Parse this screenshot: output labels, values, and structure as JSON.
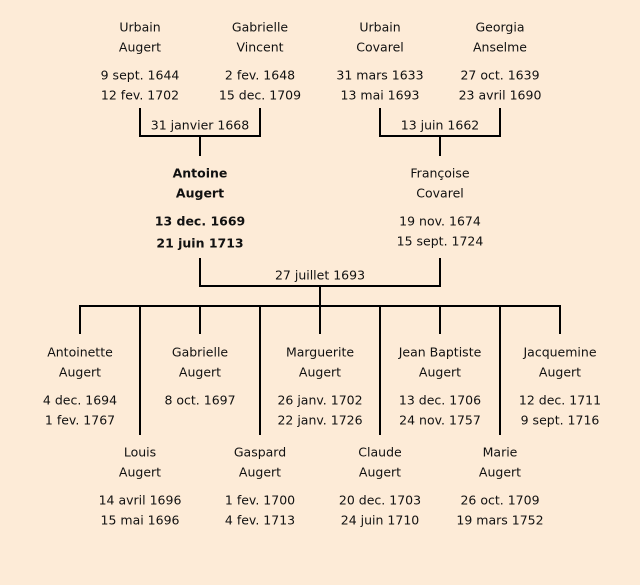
{
  "grandparents": [
    {
      "first": "Urbain",
      "last": "Augert",
      "birth": "9 sept. 1644",
      "death": "12 fev. 1702"
    },
    {
      "first": "Gabrielle",
      "last": "Vincent",
      "birth": "2 fev. 1648",
      "death": "15 dec. 1709"
    },
    {
      "first": "Urbain",
      "last": "Covarel",
      "birth": "31 mars 1633",
      "death": "13 mai 1693"
    },
    {
      "first": "Georgia",
      "last": "Anselme",
      "birth": "27 oct. 1639",
      "death": "23 avril 1690"
    }
  ],
  "grandparent_marriages": [
    "31 janvier 1668",
    "13 juin 1662"
  ],
  "parents": [
    {
      "first": "Antoine",
      "last": "Augert",
      "birth": "13 dec. 1669",
      "death": "21 juin 1713"
    },
    {
      "first": "Françoise",
      "last": "Covarel",
      "birth": "19 nov. 1674",
      "death": "15 sept. 1724"
    }
  ],
  "parent_marriage": "27 juillet 1693",
  "children": [
    {
      "first": "Antoinette",
      "last": "Augert",
      "birth": "4 dec. 1694",
      "death": "1 fev. 1767"
    },
    {
      "first": "Louis",
      "last": "Augert",
      "birth": "14 avril 1696",
      "death": "15 mai 1696"
    },
    {
      "first": "Gabrielle",
      "last": "Augert",
      "birth": "8 oct. 1697",
      "death": ""
    },
    {
      "first": "Gaspard",
      "last": "Augert",
      "birth": "1 fev. 1700",
      "death": "4 fev. 1713"
    },
    {
      "first": "Marguerite",
      "last": "Augert",
      "birth": "26 janv. 1702",
      "death": "22 janv. 1726"
    },
    {
      "first": "Claude",
      "last": "Augert",
      "birth": "20 dec. 1703",
      "death": "24 juin 1710"
    },
    {
      "first": "Jean Baptiste",
      "last": "Augert",
      "birth": "13 dec. 1706",
      "death": "24 nov. 1757"
    },
    {
      "first": "Marie",
      "last": "Augert",
      "birth": "26 oct. 1709",
      "death": "19 mars 1752"
    },
    {
      "first": "Jacquemine",
      "last": "Augert",
      "birth": "12 dec. 1711",
      "death": "9 sept. 1716"
    }
  ]
}
